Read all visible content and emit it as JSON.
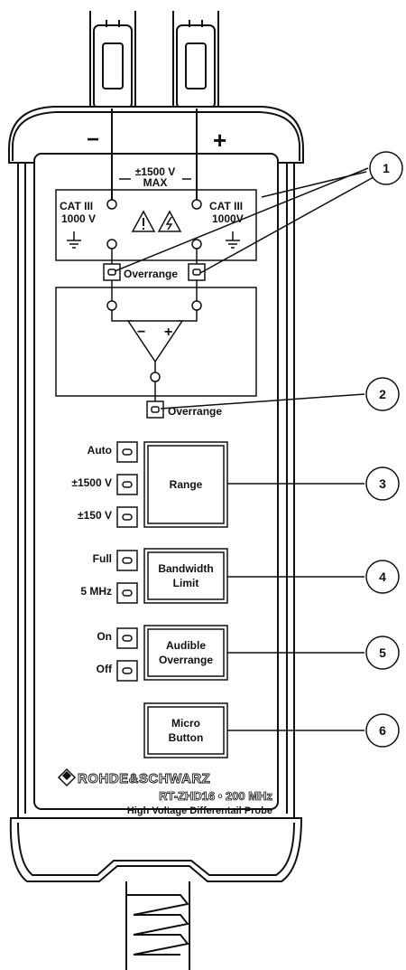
{
  "terminals": {
    "minus": "−",
    "plus": "+"
  },
  "max_voltage": {
    "value": "±1500 V",
    "unit": "MAX"
  },
  "category_left": {
    "cat": "CAT III",
    "voltage": "1000 V"
  },
  "category_right": {
    "cat": "CAT III",
    "voltage": "1000V"
  },
  "input_overrange_label": "Overrange",
  "amplifier": {
    "minus": "−",
    "plus": "+"
  },
  "output_overrange_label": "Overrange",
  "range": {
    "options": [
      "Auto",
      "±1500 V",
      "±150 V"
    ],
    "button": "Range"
  },
  "bandwidth": {
    "options": [
      "Full",
      "5 MHz"
    ],
    "button_line1": "Bandwidth",
    "button_line2": "Limit"
  },
  "audible": {
    "options": [
      "On",
      "Off"
    ],
    "button_line1": "Audible",
    "button_line2": "Overrange"
  },
  "micro": {
    "button_line1": "Micro",
    "button_line2": "Button"
  },
  "brand": {
    "name": "ROHDE&SCHWARZ",
    "model": "RT-ZHD16 • 200 MHz",
    "description": "High Voltage Differentail Probe"
  },
  "callouts": [
    "1",
    "2",
    "3",
    "4",
    "5",
    "6"
  ]
}
